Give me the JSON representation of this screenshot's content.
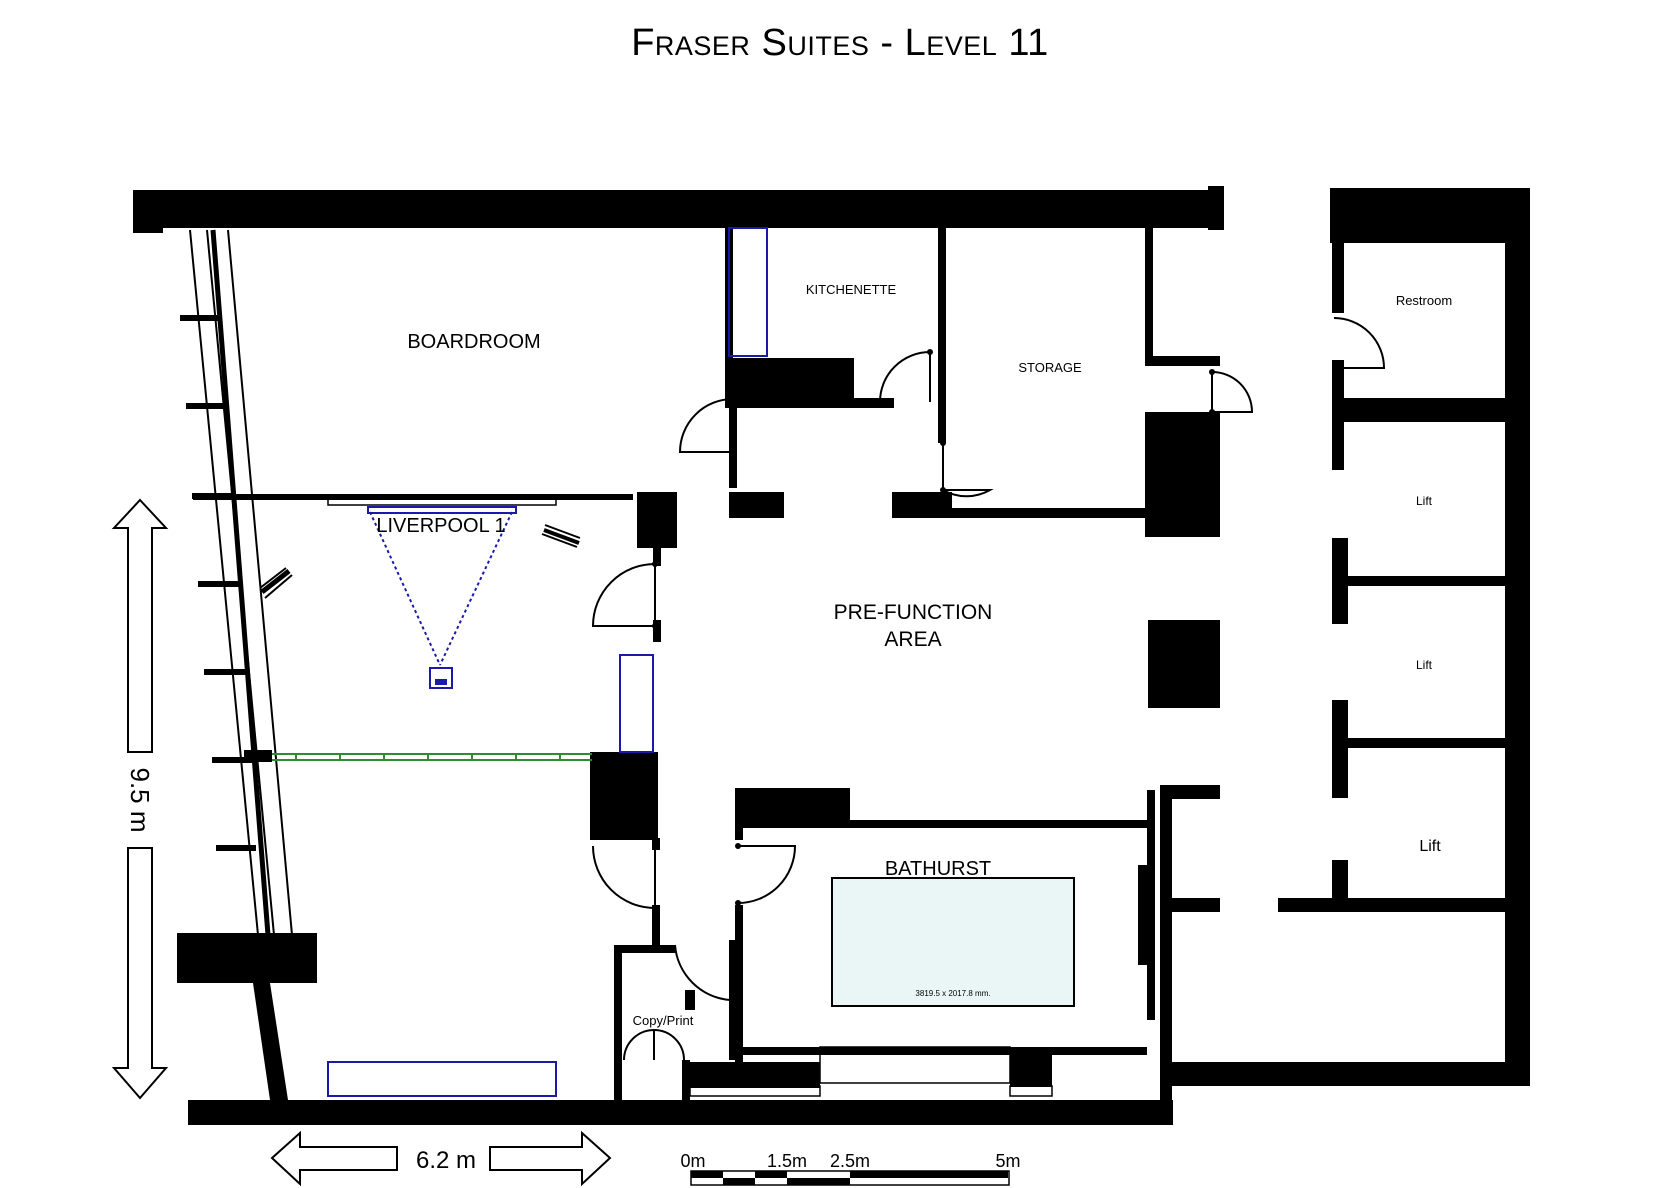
{
  "title": "Fraser Suites - Level 11",
  "rooms": {
    "boardroom": "BOARDROOM",
    "kitchenette": "KITCHENETTE",
    "storage": "STORAGE",
    "restroom": "Restroom",
    "lift_1": "Lift",
    "lift_2": "Lift",
    "lift_3": "Lift",
    "liverpool": "LIVERPOOL 1",
    "prefunction_line1": "PRE-FUNCTION",
    "prefunction_line2": "AREA",
    "bathurst": "BATHURST",
    "copyprint": "Copy/Print"
  },
  "table_dimension": "3819.5 x 2017.8 mm.",
  "dimensions": {
    "height": "9.5 m",
    "width": "6.2 m"
  },
  "scale_bar": {
    "labels": [
      "0m",
      "1.5m",
      "2.5m",
      "5m"
    ]
  },
  "colors": {
    "wall": "#000000",
    "furniture_outline": "#1a1aa8",
    "partition": "#2e8b2e",
    "table_fill": "#eaf6f6"
  }
}
